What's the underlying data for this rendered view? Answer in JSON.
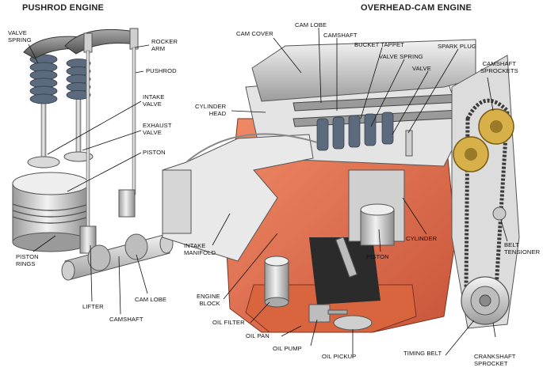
{
  "titles": {
    "pushrod": "PUSHROD ENGINE",
    "ohc": "OVERHEAD-CAM ENGINE"
  },
  "pushrod_labels": {
    "valve_spring": "VALVE\nSPRING",
    "rocker_arm": "ROCKER\nARM",
    "pushrod": "PUSHROD",
    "intake_valve": "INTAKE\nVALVE",
    "exhaust_valve": "EXHAUST\nVALVE",
    "piston": "PISTON",
    "piston_rings": "PISTON\nRINGS",
    "lifter": "LIFTER",
    "cam_lobe": "CAM LOBE",
    "camshaft": "CAMSHAFT"
  },
  "ohc_labels": {
    "cam_cover": "CAM COVER",
    "cam_lobe": "CAM LOBE",
    "camshaft": "CAMSHAFT",
    "bucket_tappet": "BUCKET TAPPET",
    "valve_spring": "VALVE SPRING",
    "spark_plug": "SPARK PLUG",
    "valve": "VALVE",
    "camshaft_sprockets": "CAMSHAFT\nSPROCKETS",
    "cylinder_head": "CYLINDER\nHEAD",
    "intake_manifold": "INTAKE\nMANIFOLD",
    "cylinder": "CYLINDER",
    "piston": "PISTON",
    "belt_tensioner": "BELT\nTENSIONER",
    "engine_block": "ENGINE\nBLOCK",
    "oil_filter": "OIL FILTER",
    "oil_pan": "OIL PAN",
    "oil_pump": "OIL PUMP",
    "oil_pickup": "OIL PICKUP",
    "timing_belt": "TIMING BELT",
    "crankshaft_sprocket": "CRANKSHAFT\nSPROCKET"
  },
  "colors": {
    "block": "#e8724e",
    "metal_light": "#e6e6e6",
    "metal_dark": "#8a8a8a",
    "spring": "#5b6b7d",
    "sprocket": "#d8b04a"
  }
}
